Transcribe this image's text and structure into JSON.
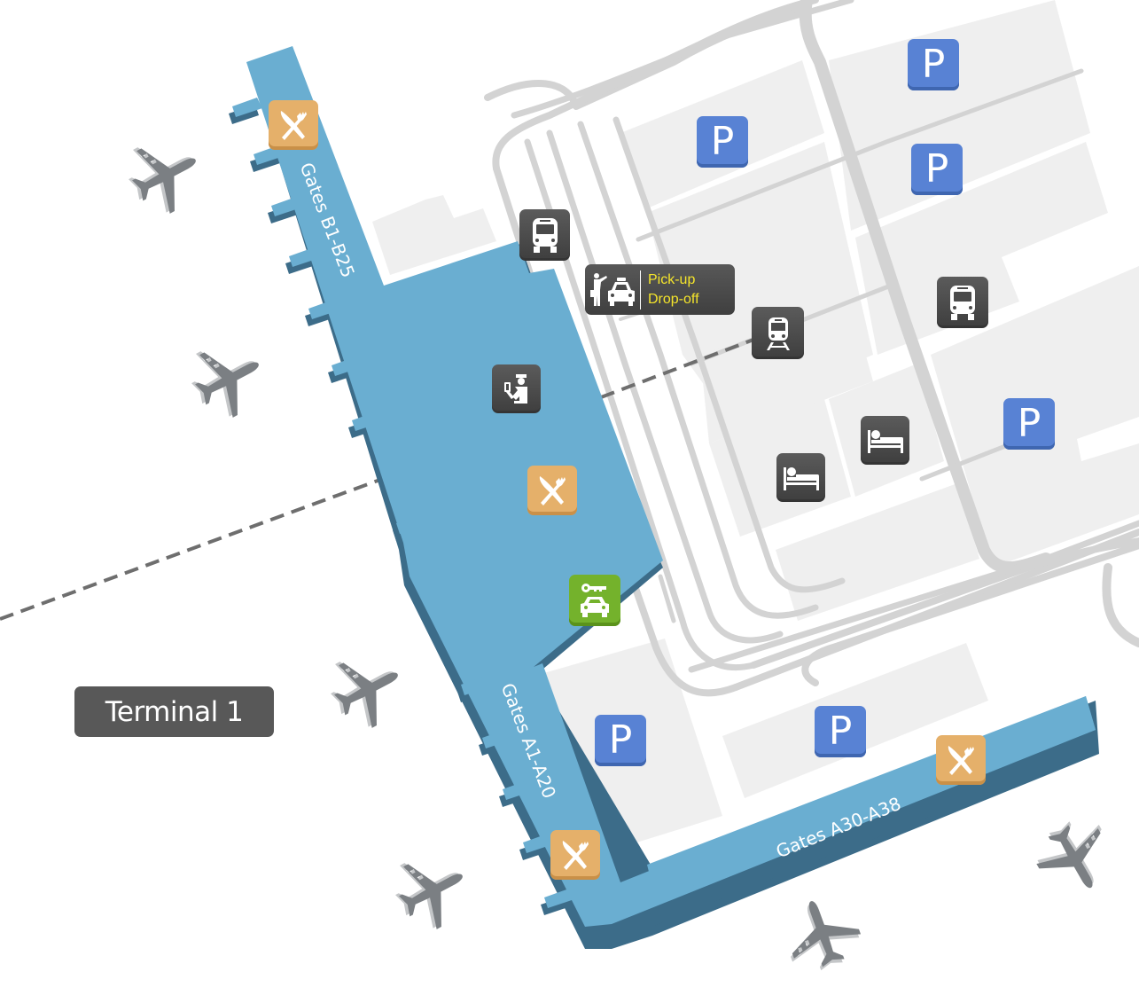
{
  "map": {
    "terminal_label": "Terminal 1",
    "colors": {
      "terminal_fill": "#6aaed1",
      "terminal_shadow": "#3c6c89",
      "road": "#d3d3d3",
      "lot": "#efefef",
      "parking": "#5882d4",
      "food": "#e5b06a",
      "rental": "#74b22c",
      "dark_icon": "#4a4a4a",
      "pickup_text": "#f5e52b",
      "plane": "#7b7f83",
      "dashed_path": "#6e6e6e"
    },
    "gate_labels": {
      "b_concourse": "Gates B1-B25",
      "a_concourse": "Gates A1-A20",
      "a_east_concourse": "Gates A30-A38"
    },
    "pickup_dropoff": {
      "line1": "Pick-up",
      "line2": "Drop-off"
    },
    "pois": [
      {
        "type": "restaurant",
        "icon": "fork-knife-icon",
        "label": "Restaurant B concourse"
      },
      {
        "type": "restaurant",
        "icon": "fork-knife-icon",
        "label": "Restaurant main hall"
      },
      {
        "type": "restaurant",
        "icon": "fork-knife-icon",
        "label": "Restaurant A concourse"
      },
      {
        "type": "restaurant",
        "icon": "fork-knife-icon",
        "label": "Restaurant A30 concourse"
      },
      {
        "type": "bus",
        "icon": "bus-icon",
        "label": "Bus stop"
      },
      {
        "type": "bus",
        "icon": "bus-icon",
        "label": "Bus stop east"
      },
      {
        "type": "train",
        "icon": "train-icon",
        "label": "Train station"
      },
      {
        "type": "customs",
        "icon": "customs-officer-icon",
        "label": "Passport control"
      },
      {
        "type": "car_rental",
        "icon": "car-key-icon",
        "label": "Car rental"
      },
      {
        "type": "hotel",
        "icon": "bed-icon",
        "label": "Hotel"
      },
      {
        "type": "hotel",
        "icon": "bed-icon",
        "label": "Hotel"
      },
      {
        "type": "parking",
        "icon": "parking-icon",
        "label": "P"
      }
    ],
    "parking_letter": "P"
  }
}
